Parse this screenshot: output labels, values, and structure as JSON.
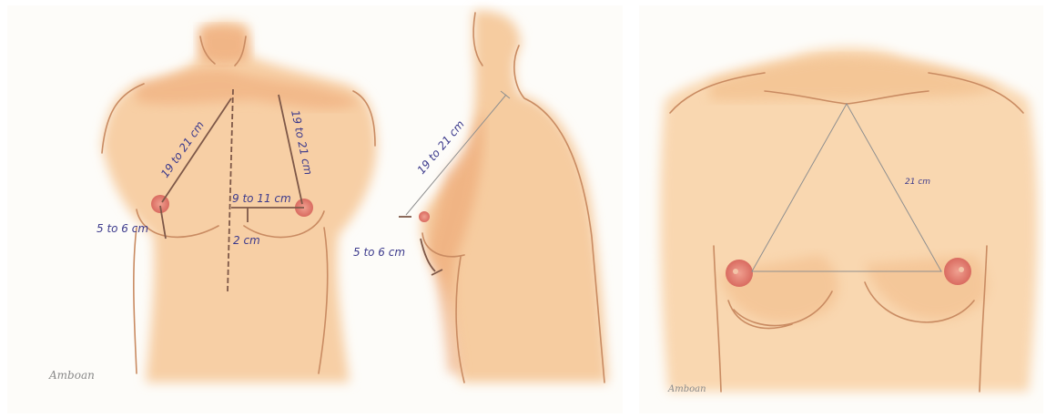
{
  "panel_front": {
    "label_sternal_notch_to_nipple_left": "19 to 21 cm",
    "label_sternal_notch_to_nipple_right": "19 to 21 cm",
    "label_nipple_to_midline": "9 to 11 cm",
    "label_nipple_to_fold": "5 to 6 cm",
    "label_fold_to_midline": "2 cm",
    "signature": "Amboan"
  },
  "panel_side": {
    "label_notch_to_nipple": "19 to 21 cm",
    "label_nipple_to_fold": "5 to 6 cm"
  },
  "panel_triangle": {
    "label_side": "21 cm",
    "signature": "Amboan"
  },
  "colors": {
    "skin": "#f6c99c",
    "skin_shadow": "#eba46e",
    "areola": "#e98378",
    "measure_line": "#6e4a3c",
    "label_text": "#3c3a8c",
    "triangle_line": "#8f8f8f"
  }
}
